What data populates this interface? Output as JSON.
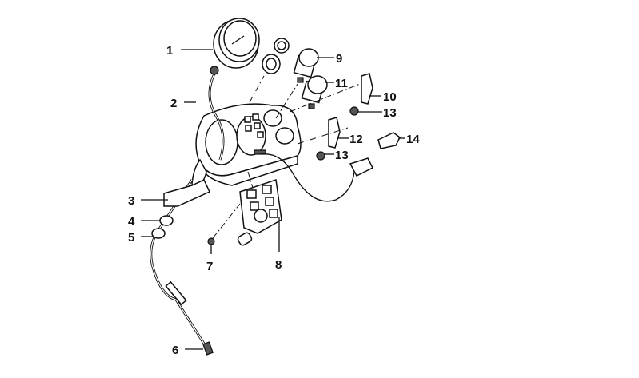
{
  "diagram": {
    "title": "Instrument cluster exploded view",
    "callouts": [
      "1",
      "2",
      "3",
      "4",
      "5",
      "6",
      "7",
      "8",
      "9",
      "10",
      "11",
      "12",
      "13",
      "13",
      "14"
    ]
  }
}
